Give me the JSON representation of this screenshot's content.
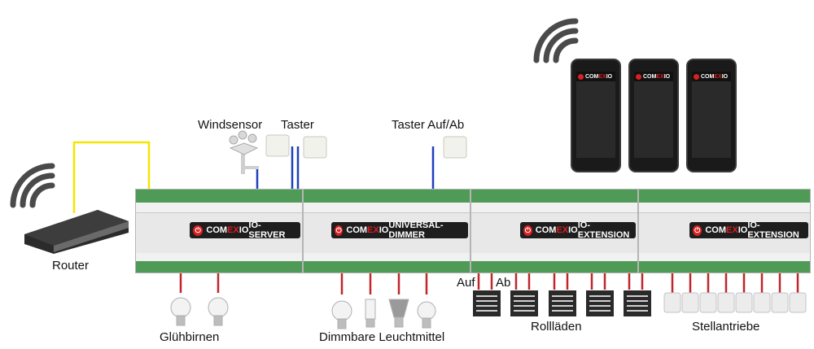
{
  "labels": {
    "windsensor": "Windsensor",
    "taster": "Taster",
    "taster_auf_ab": "Taster Auf/Ab",
    "router": "Router",
    "gluehbirnen": "Glühbirnen",
    "dimmbare_leuchtmittel": "Dimmbare Leuchtmittel",
    "rolllaeden": "Rollläden",
    "stellantriebe": "Stellantriebe",
    "auf": "Auf",
    "ab": "Ab"
  },
  "brand": {
    "name_prefix": "COM",
    "name_accent": "EX",
    "name_suffix": "IO"
  },
  "modules": [
    {
      "type": "IO-SERVER"
    },
    {
      "type": "UNIVERSAL- DIMMER"
    },
    {
      "type": "IO-EXTENSION"
    },
    {
      "type": "IO-EXTENSION"
    }
  ],
  "colors": {
    "terminal_green": "#4f9a57",
    "brand_red": "#d92020",
    "network_cable": "#f2e600",
    "sensor_wire": "#1f3fbf",
    "output_wire": "#c0262b",
    "wifi": "#4a4a4a"
  },
  "icons": {
    "wifi_router": "wifi-icon",
    "wifi_phones": "wifi-icon",
    "router": "router-icon",
    "windsensor": "anemometer-icon",
    "taster": "wall-switch-icon",
    "bulb": "bulb-icon",
    "shutter": "shutter-icon",
    "actuator": "valve-actuator-icon",
    "phone": "smartphone-icon"
  }
}
